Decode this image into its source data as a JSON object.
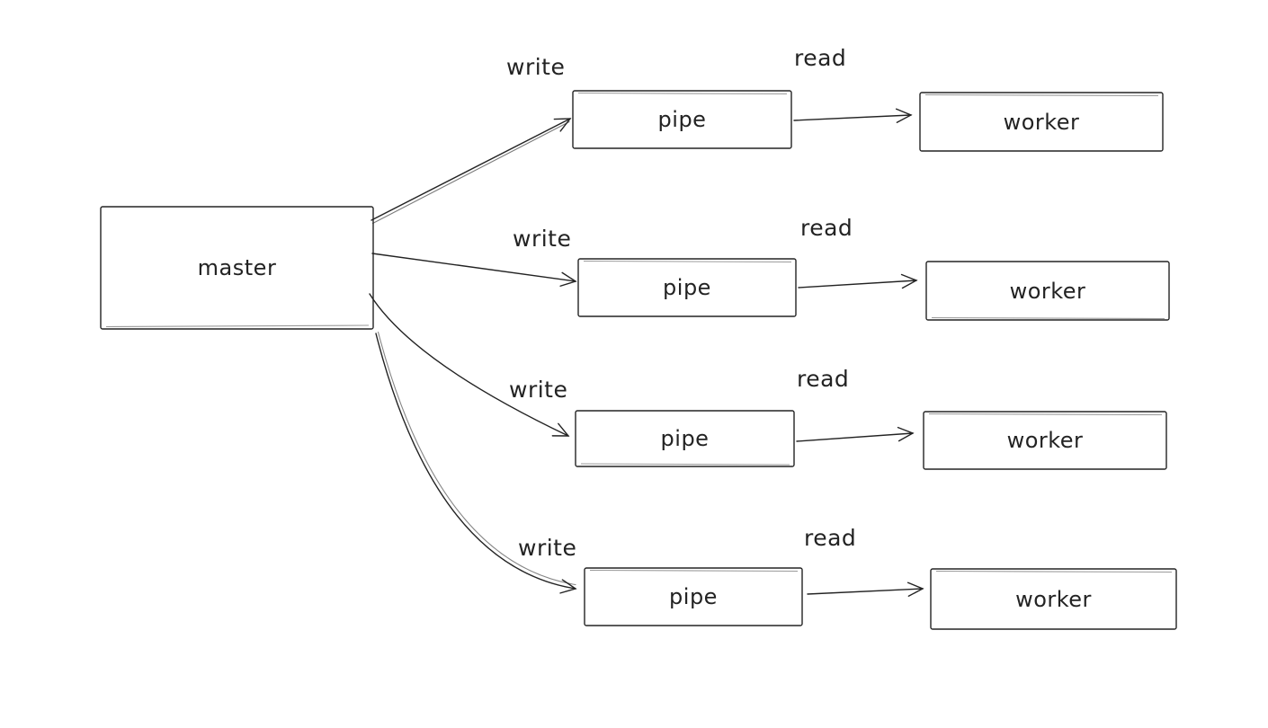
{
  "canvas": {
    "background": "#ffffff",
    "stroke_color": "#232323"
  },
  "master": {
    "label": "master"
  },
  "rows": [
    {
      "write": "write",
      "pipe": "pipe",
      "read": "read",
      "worker": "worker"
    },
    {
      "write": "write",
      "pipe": "pipe",
      "read": "read",
      "worker": "worker"
    },
    {
      "write": "write",
      "pipe": "pipe",
      "read": "read",
      "worker": "worker"
    },
    {
      "write": "write",
      "pipe": "pipe",
      "read": "read",
      "worker": "worker"
    }
  ]
}
